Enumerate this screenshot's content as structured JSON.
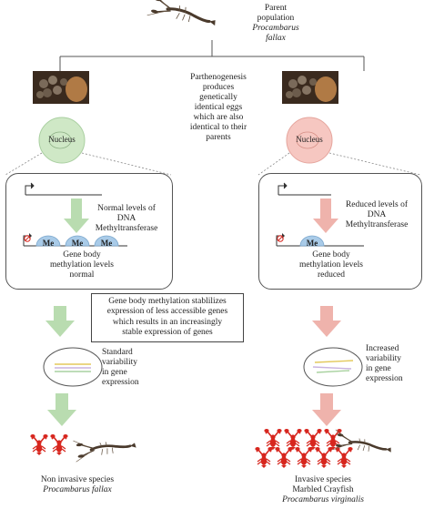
{
  "parent": {
    "line1": "Parent",
    "line2": "population",
    "species": "Procambarus fallax"
  },
  "parthenogenesis_note": [
    "Parthenogenesis",
    "produces",
    "genetically",
    "identical eggs",
    "which are also",
    "identical to their",
    "parents"
  ],
  "left": {
    "nucleus_label": "Nucleus",
    "enzyme_note": [
      "Normal levels of",
      "DNA",
      "Methyltransferase"
    ],
    "me_labels": [
      "Me",
      "Me",
      "Me"
    ],
    "methylation_caption": [
      "Gene body",
      "methylation levels",
      "normal"
    ],
    "variability_note": [
      "Standard",
      "variability",
      "in gene",
      "expression"
    ],
    "outcome_line1": "Non invasive species",
    "outcome_species": "Procambarus fallax"
  },
  "right": {
    "nucleus_label": "Nucleus",
    "enzyme_note": [
      "Reduced  levels of",
      "DNA",
      "Methyltransferase"
    ],
    "me_labels": [
      "Me"
    ],
    "methylation_caption": [
      "Gene body",
      "methylation levels",
      "reduced"
    ],
    "variability_note": [
      "Increased",
      "variability",
      "in gene",
      "expression"
    ],
    "outcome_line1": "Invasive species",
    "outcome_line2": "Marbled Crayfish",
    "outcome_species": "Procambarus virginalis"
  },
  "stability_note": [
    "Gene body methylation stablilizes",
    "expression of less accessible genes",
    "which results in an increasingly",
    "stable expression of genes"
  ],
  "colors": {
    "left_arrow": "#b9dcb0",
    "right_arrow": "#efb3ac",
    "left_nucleus": "#cfe8c6",
    "right_nucleus": "#f6c7c1",
    "me_cap": "#a9cbe8",
    "lobster": "#d7261e"
  }
}
